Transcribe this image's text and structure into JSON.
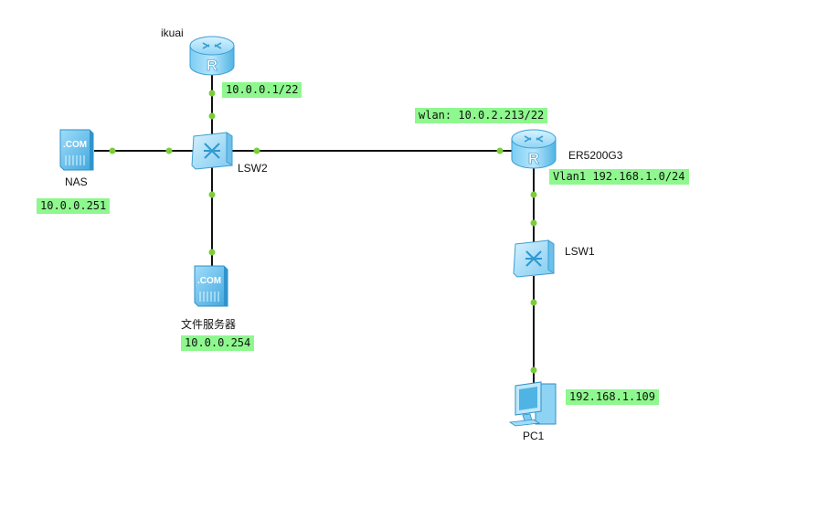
{
  "devices": {
    "ikuai": {
      "name": "ikuai",
      "type": "router",
      "icon": "router-icon"
    },
    "lsw2": {
      "name": "LSW2",
      "type": "switch",
      "icon": "switch-icon"
    },
    "nas": {
      "name": "NAS",
      "type": "server",
      "icon": "server-icon"
    },
    "fileserver": {
      "name": "文件服务器",
      "type": "server",
      "icon": "server-icon"
    },
    "er5200": {
      "name": "ER5200G3",
      "type": "router",
      "icon": "router-icon"
    },
    "lsw1": {
      "name": "LSW1",
      "type": "switch",
      "icon": "switch-icon"
    },
    "pc1": {
      "name": "PC1",
      "type": "pc",
      "icon": "pc-icon"
    }
  },
  "addresses": {
    "ikuai": "10.0.0.1/22",
    "nas": "10.0.0.251",
    "fileserver": "10.0.0.254",
    "er5200_wan": "wlan: 10.0.2.213/22",
    "er5200_vlan": "Vlan1 192.168.1.0/24",
    "pc1": "192.168.1.109"
  },
  "server_badge": ".COM",
  "router_letter": "R",
  "colors": {
    "link": "#111111",
    "port": "#7ccc3c",
    "tag_bg": "#8ef88e",
    "device_light": "#bfe8fb",
    "device_dark": "#3aa7de"
  }
}
